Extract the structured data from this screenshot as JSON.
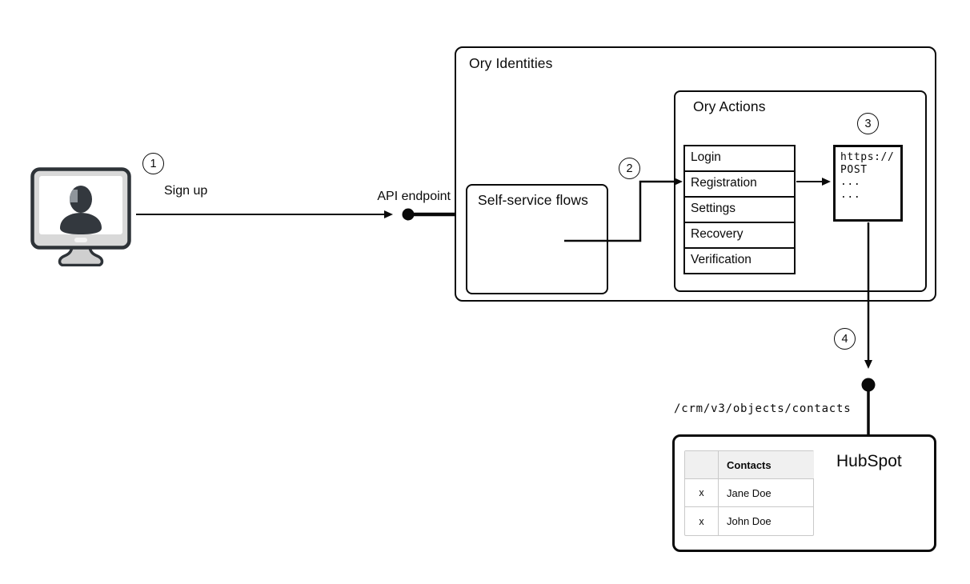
{
  "palette": {
    "stroke": "#0a0a0a",
    "background": "#ffffff",
    "table_border": "#c9c9c9",
    "table_header_bg": "#f0f0f0"
  },
  "steps": {
    "s1": "1",
    "s2": "2",
    "s3": "3",
    "s4": "4"
  },
  "labels": {
    "sign_up": "Sign up",
    "api_endpoint": "API endpoint",
    "hubspot_api_path": "/crm/v3/objects/contacts"
  },
  "icons": {
    "user_device": "monitor-user-icon"
  },
  "ory_identities": {
    "title": "Ory Identities",
    "self_service_flows": {
      "title": "Self-service flows"
    },
    "ory_actions": {
      "title": "Ory Actions",
      "flows": [
        "Login",
        "Registration",
        "Settings",
        "Recovery",
        "Verification"
      ],
      "webhook": {
        "lines": [
          "https://",
          "POST",
          "...",
          "..."
        ]
      }
    }
  },
  "hubspot": {
    "title": "HubSpot",
    "contacts_table": {
      "header": "Contacts",
      "rows": [
        {
          "marker": "x",
          "name": "Jane Doe"
        },
        {
          "marker": "x",
          "name": "John Doe"
        }
      ]
    }
  }
}
